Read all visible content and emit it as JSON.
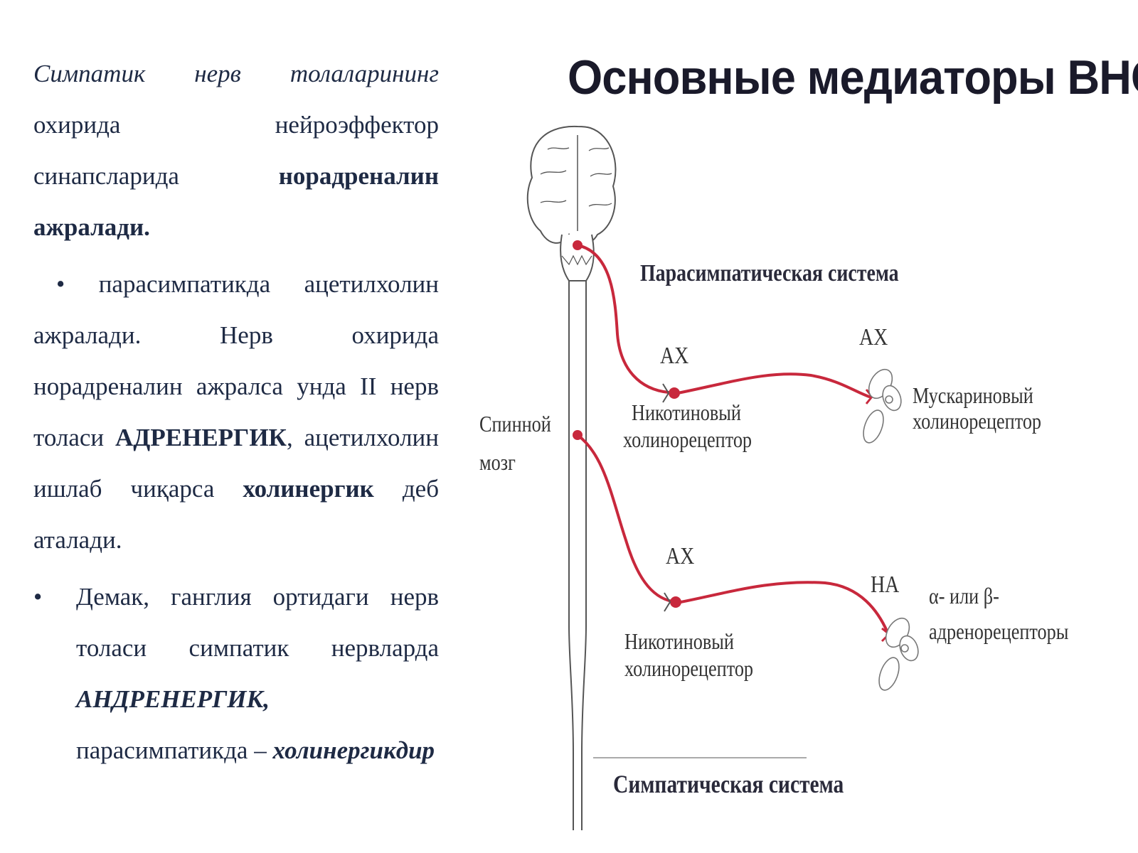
{
  "text": {
    "p1": {
      "italic": "Симпатик нерв толаларининг",
      "plain": "охирида нейроэффектор синапсларида",
      "bold": "норадреналин ажралади."
    },
    "p2": {
      "bullet": "•",
      "plain1": "парасимпатикда ацетилхолин ажралади. Нерв охирида норадреналин ажралса унда II нерв толаси",
      "bold1": "АДРЕНЕРГИК",
      "plain2": ", ацетилхолин ишлаб чиқарса",
      "bold2": "холинергик",
      "plain3": "деб аталади."
    },
    "p3": {
      "bullet": "•",
      "plain1": "Демак, ганглия ортидаги нерв толаси симпатик нервларда",
      "bold_italic1": "АНДРЕНЕРГИК,",
      "plain2": "парасимпатикда –",
      "bold_italic2": "холинергикдир"
    }
  },
  "diagram": {
    "title": "Основные медиаторы ВНС",
    "spinal_cord_line1": "Спинной",
    "spinal_cord_line2": "мозг",
    "parasympathetic_label": "Парасимпатическая система",
    "sympathetic_label": "Симпатическая система",
    "para_preganglionic_mediator": "АХ",
    "para_postganglionic_mediator": "АХ",
    "para_ganglion_receptor_line1": "Никотиновый",
    "para_ganglion_receptor_line2": "холинорецептор",
    "para_target_receptor_line1": "Мускариновый",
    "para_target_receptor_line2": "холинорецептор",
    "symp_preganglionic_mediator": "АХ",
    "symp_postganglionic_mediator": "НА",
    "symp_ganglion_receptor_line1": "Никотиновый",
    "symp_ganglion_receptor_line2": "холинорецептор",
    "symp_target_receptor_line1": "α- или β-",
    "symp_target_receptor_line2": "адренорецепторы",
    "colors": {
      "nerve": "#c8283c",
      "outline": "#555555",
      "text": "#1e2a44"
    }
  }
}
